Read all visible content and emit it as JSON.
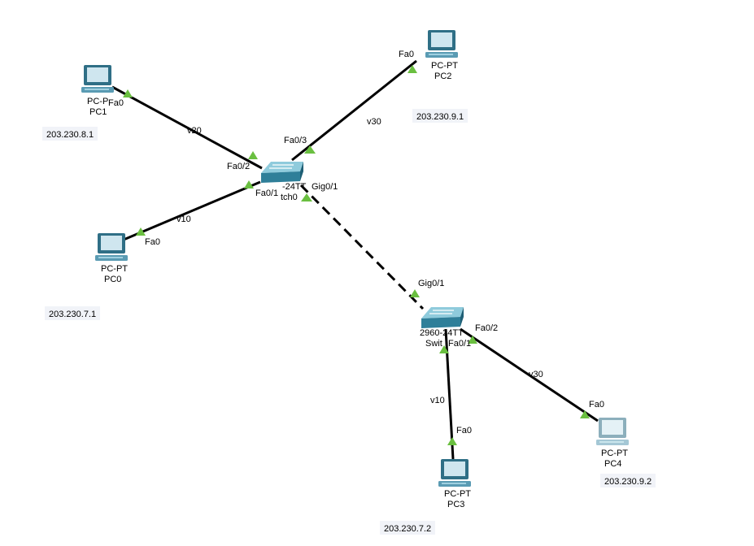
{
  "colors": {
    "link": "#000000",
    "port_up": "#6abf40",
    "switch_body": "#3a8fa8",
    "pc_body": "#4f8ea6",
    "pc_faded": "#a9cbd8",
    "note_bg": "#f1f3f8"
  },
  "devices": {
    "pc0": {
      "icon": "pc-icon",
      "model": "PC-PT",
      "name": "PC0"
    },
    "pc1": {
      "icon": "pc-icon",
      "model": "PC-P",
      "name": "PC1"
    },
    "pc2": {
      "icon": "pc-icon",
      "model": "PC-PT",
      "name": "PC2"
    },
    "pc3": {
      "icon": "pc-icon",
      "model": "PC-PT",
      "name": "PC3"
    },
    "pc4": {
      "icon": "pc-icon",
      "model": "PC-PT",
      "name": "PC4"
    },
    "switch0": {
      "icon": "switch-icon",
      "model": "-24TT",
      "name": "tch0"
    },
    "switch1": {
      "icon": "switch-icon",
      "model": "2960-24TT",
      "name": "Swit"
    }
  },
  "ports": {
    "pc1_fa0": "Fa0",
    "pc0_fa0": "Fa0",
    "pc2_fa0": "Fa0",
    "pc3_fa0": "Fa0",
    "pc4_fa0": "Fa0",
    "sw0_fa02": "Fa0/2",
    "sw0_fa01": "Fa0/1",
    "sw0_fa03": "Fa0/3",
    "sw0_gig01": "Gig0/1",
    "sw1_gig01": "Gig0/1",
    "sw1_fa01": "Fa0/1",
    "sw1_fa02": "Fa0/2"
  },
  "vlan_labels": {
    "link_pc1": "v20",
    "link_pc0": "v10",
    "link_pc2": "v30",
    "link_pc3": "v10",
    "link_pc4": "v30"
  },
  "notes": {
    "pc1_ip": "203.230.8.1",
    "pc0_ip": "203.230.7.1",
    "pc2_ip": "203.230.9.1",
    "pc3_ip": "203.230.7.2",
    "pc4_ip": "203.230.9.2"
  }
}
